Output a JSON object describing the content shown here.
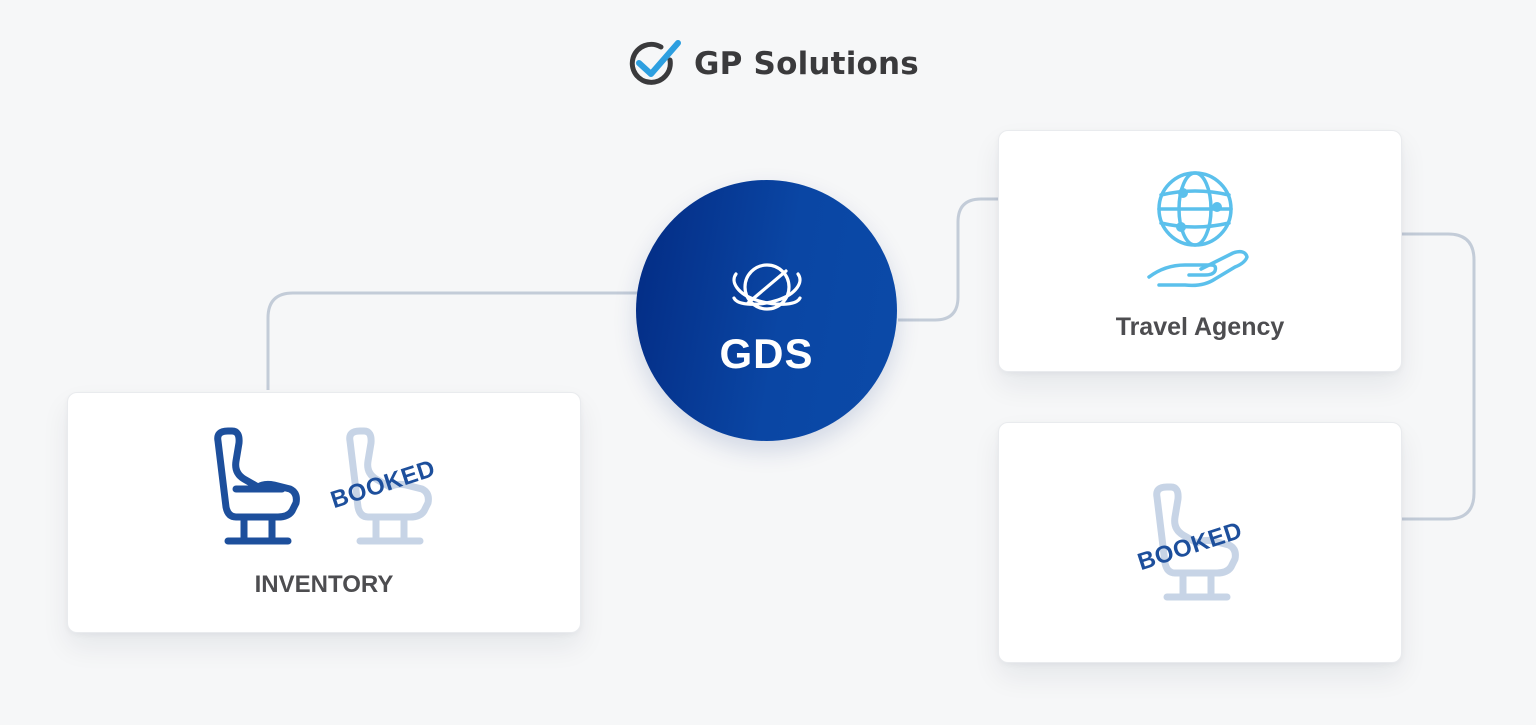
{
  "logo": {
    "brand_name": "GP Solutions",
    "icon": "check-circle-icon",
    "accent_color": "#2d9fe0",
    "text_color": "#3a3a3c"
  },
  "nodes": {
    "gds": {
      "label": "GDS",
      "icon": "orbit-globe-icon",
      "color": "#0a46a4"
    },
    "inventory": {
      "label": "INVENTORY",
      "seats": [
        {
          "icon": "seat-icon",
          "state": "available",
          "color": "#1d4f9c"
        },
        {
          "icon": "seat-icon",
          "state": "booked",
          "color": "#c7d4e6",
          "stamp": "BOOKED"
        }
      ]
    },
    "travel_agency": {
      "label": "Travel Agency",
      "icon": "globe-in-hand-icon",
      "color": "#5bc0ec"
    },
    "booked_seat": {
      "icon": "seat-icon",
      "state": "booked",
      "stamp": "BOOKED"
    }
  },
  "connectors": [
    {
      "from": "inventory",
      "to": "gds"
    },
    {
      "from": "gds",
      "to": "travel_agency"
    },
    {
      "from": "travel_agency",
      "to": "booked_seat"
    }
  ],
  "colors": {
    "background": "#f6f7f8",
    "connector": "#c3ccd8",
    "card": "#ffffff",
    "label": "#4d4d50"
  }
}
